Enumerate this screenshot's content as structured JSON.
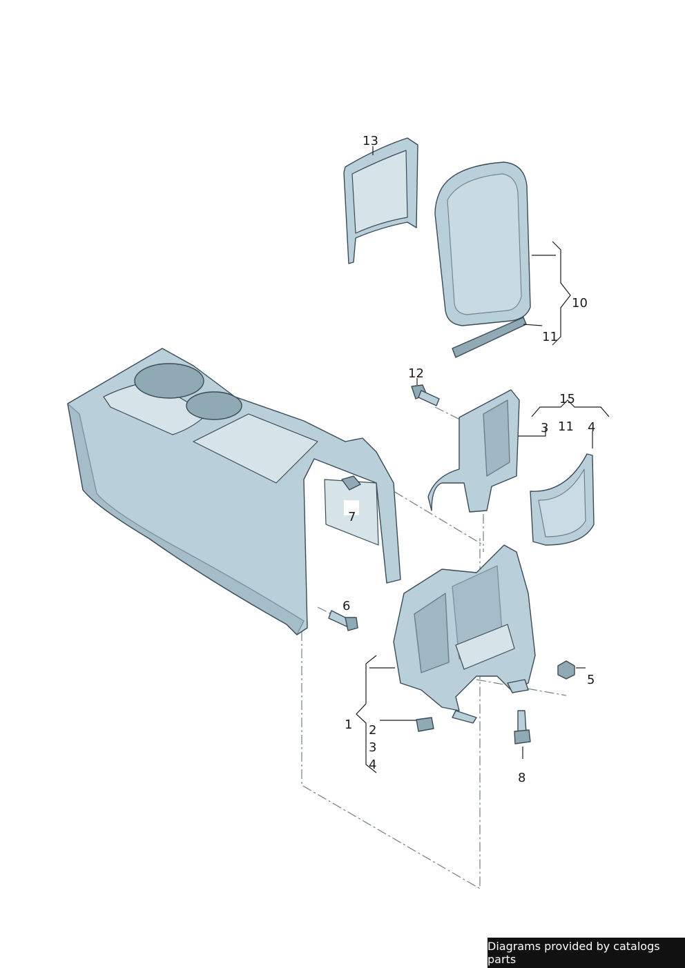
{
  "callouts": [
    {
      "id": "c13",
      "text": "13"
    },
    {
      "id": "c10",
      "text": "10"
    },
    {
      "id": "c11a",
      "text": "11"
    },
    {
      "id": "c12",
      "text": "12"
    },
    {
      "id": "c15",
      "text": "15"
    },
    {
      "id": "c3a",
      "text": "3"
    },
    {
      "id": "c11b",
      "text": "11"
    },
    {
      "id": "c4a",
      "text": "4"
    },
    {
      "id": "c7",
      "text": "7"
    },
    {
      "id": "c6",
      "text": "6"
    },
    {
      "id": "c5",
      "text": "5"
    },
    {
      "id": "c1",
      "text": "1"
    },
    {
      "id": "c2",
      "text": "2"
    },
    {
      "id": "c3b",
      "text": "3"
    },
    {
      "id": "c4b",
      "text": "4"
    },
    {
      "id": "c8",
      "text": "8"
    }
  ],
  "footer": {
    "text": "Diagrams provided by catalogs parts"
  }
}
